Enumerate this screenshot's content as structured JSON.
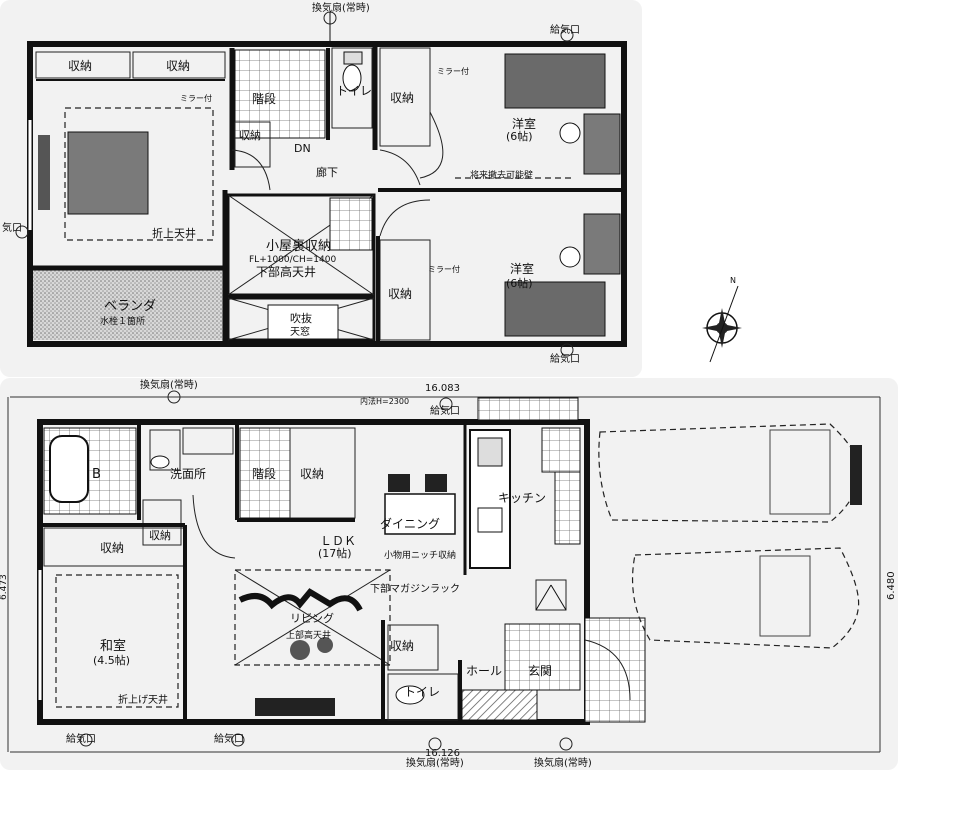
{
  "upper_floor": {
    "vent_top": "換気扇(常時)",
    "air_inlet_top": "給気口",
    "storage_1": "収納",
    "storage_2": "収納",
    "mirror_1": "ミラー付",
    "stairs": "階段",
    "toilet": "トイレ",
    "storage_3": "収納",
    "mirror_2": "ミラー付",
    "western_room_1": "洋室",
    "western_room_1_size": "(6帖)",
    "storage_small": "収納",
    "down": "DN",
    "hallway": "廊下",
    "removable_wall": "将来撤去可能壁",
    "vent_left": "気口",
    "folded_ceiling": "折上天井",
    "loft_storage": "小屋裏収納",
    "loft_dims": "FL+1000/CH=1400",
    "lower_high_ceiling": "下部高天井",
    "mirror_3": "ミラー付",
    "western_room_2": "洋室",
    "western_room_2_size": "(6帖)",
    "storage_4": "収納",
    "veranda": "ベランダ",
    "faucet": "水栓１箇所",
    "void": "吹抜",
    "skylight": "天窓",
    "air_inlet_bottom": "給気口"
  },
  "lower_floor": {
    "vent_top": "換気扇(常時)",
    "dim_total_width": "16.083",
    "inner_dim": "内法H=2300",
    "air_inlet_top": "給気口",
    "bath_label": "B",
    "washroom": "洗面所",
    "stairs": "階段",
    "storage_1": "収納",
    "kitchen": "キッチン",
    "storage_small": "収納",
    "dining": "ダイニング",
    "ldk": "ＬＤＫ",
    "ldk_size": "(17帖)",
    "niche_storage": "小物用ニッチ収納",
    "storage_2": "収納",
    "magazine_rack": "下部マガジンラック",
    "living_high_ceiling": "上部高天井",
    "living": "リビング",
    "storage_3": "収納",
    "japanese_room": "和室",
    "japanese_room_size": "(4.5帖)",
    "hall": "ホール",
    "entrance": "玄関",
    "toilet": "トイレ",
    "folded_ceiling": "折上げ天井",
    "air_inlet_left": "給気口",
    "air_inlet_mid": "給気口",
    "dim_bottom": "16.126",
    "vent_bottom_1": "換気扇(常時)",
    "vent_bottom_2": "換気扇(常時)",
    "dim_left": "6.473",
    "dim_right": "6.480"
  },
  "compass": {
    "north_label": "N"
  }
}
